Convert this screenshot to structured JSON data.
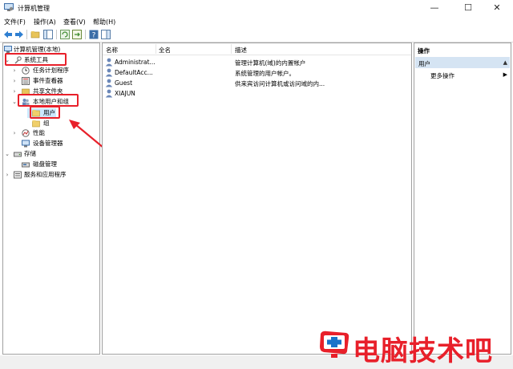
{
  "window": {
    "title": "计算机管理"
  },
  "menu": [
    "文件(F)",
    "操作(A)",
    "查看(V)",
    "帮助(H)"
  ],
  "tree": {
    "root": "计算机管理(本地)",
    "system_tools": "系统工具",
    "task_scheduler": "任务计划程序",
    "event_viewer": "事件查看器",
    "shared_folders": "共享文件夹",
    "local_users_groups": "本地用户和组",
    "users": "用户",
    "groups": "组",
    "performance": "性能",
    "device_manager": "设备管理器",
    "storage": "存储",
    "disk_management": "磁盘管理",
    "services_apps": "服务和应用程序"
  },
  "list": {
    "columns": [
      "名称",
      "全名",
      "描述"
    ],
    "rows": [
      {
        "name": "Administrat...",
        "fullname": "",
        "description": "管理计算机(域)的内置帐户"
      },
      {
        "name": "DefaultAcc...",
        "fullname": "",
        "description": "系统管理的用户帐户。"
      },
      {
        "name": "Guest",
        "fullname": "",
        "description": "供来宾访问计算机或访问域的内..."
      },
      {
        "name": "XIAJUN",
        "fullname": "",
        "description": ""
      }
    ]
  },
  "actions": {
    "title": "操作",
    "section": "用户",
    "more": "更多操作"
  },
  "watermark": {
    "text": "电脑技术吧"
  },
  "colors": {
    "highlight": "#e8202a",
    "selection": "#cce8ff",
    "action_header": "#d5e4f3"
  }
}
